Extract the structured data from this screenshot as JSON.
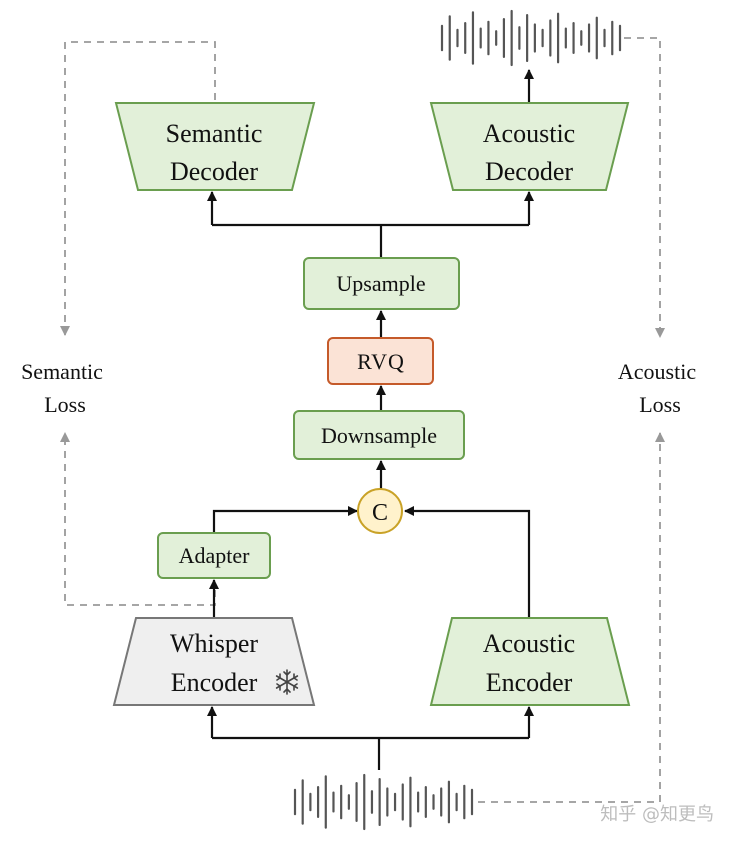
{
  "colors": {
    "green_fill": "#e2f0d9",
    "green_stroke": "#6a9e4f",
    "rvq_fill": "#fbe3d6",
    "rvq_stroke": "#c55a2a",
    "concat_fill": "#fff2cc",
    "concat_stroke": "#c9a227",
    "frozen_fill": "#efefef",
    "frozen_stroke": "#777777",
    "arrow": "#111111",
    "dashed": "#999999"
  },
  "blocks": {
    "semantic_decoder": [
      "Semantic",
      "Decoder"
    ],
    "acoustic_decoder": [
      "Acoustic",
      "Decoder"
    ],
    "upsample": "Upsample",
    "rvq": "RVQ",
    "downsample": "Downsample",
    "concat": "C",
    "adapter": "Adapter",
    "whisper_encoder": [
      "Whisper",
      "Encoder"
    ],
    "acoustic_encoder": [
      "Acoustic",
      "Encoder"
    ]
  },
  "frozen_icon": "snowflake-icon",
  "losses": {
    "semantic": [
      "Semantic",
      "Loss"
    ],
    "acoustic": [
      "Acoustic",
      "Loss"
    ]
  },
  "waveform_icon": "waveform-icon",
  "watermark": "知乎 @知更鸟"
}
